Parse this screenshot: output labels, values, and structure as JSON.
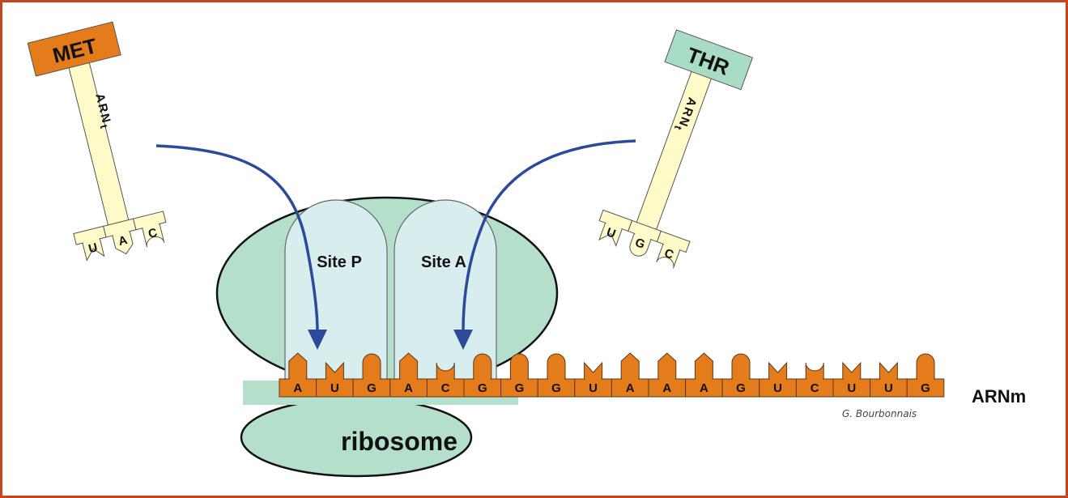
{
  "diagram": {
    "trna_left": {
      "amino_acid": "MET",
      "stem_label": "ARN",
      "stem_subscript": "t",
      "anticodon": [
        "U",
        "A",
        "C"
      ],
      "box_color": "#e57c1c"
    },
    "trna_right": {
      "amino_acid": "THR",
      "stem_label": "ARN",
      "stem_subscript": "t",
      "anticodon": [
        "U",
        "G",
        "C"
      ],
      "box_color": "#a8dcc4"
    },
    "ribosome": {
      "label": "ribosome",
      "site_p_label": "Site P",
      "site_a_label": "Site A",
      "body_color": "#b4dfca",
      "site_color": "#d8eeee"
    },
    "mrna": {
      "label": "ARNm",
      "sequence": [
        "A",
        "U",
        "G",
        "A",
        "C",
        "G",
        "G",
        "G",
        "U",
        "A",
        "A",
        "A",
        "G",
        "U",
        "C",
        "U",
        "U",
        "G"
      ],
      "color": "#e57c1c"
    },
    "arrow_color": "#2b4a9a",
    "trna_color": "#fffbc8",
    "signature": "G. Bourbonnais"
  }
}
